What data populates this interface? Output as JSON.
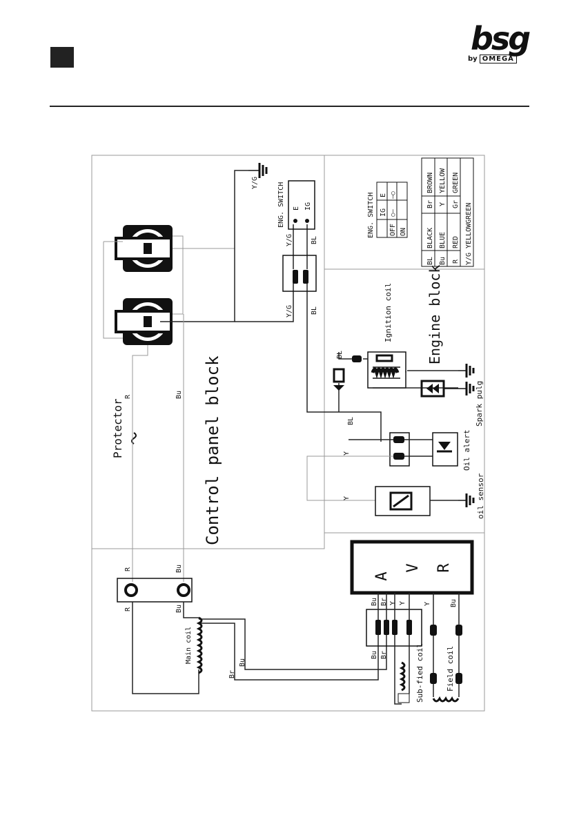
{
  "brand": {
    "logo": "bsg",
    "sub_by": "by",
    "sub_omega": "OMEGA"
  },
  "blocks": {
    "control_panel": "Control panel block",
    "engine": "Engine block"
  },
  "components": {
    "protector": "Protector",
    "eng_switch": "ENG. SWITCH",
    "ignition_coil": "Ignition coil",
    "spark_plug": "Spark pulg",
    "oil_alert": "Oil alert",
    "oil_sensor": "oil sensor",
    "main_coil": "Main coil",
    "sub_field_coil": "Sub-fied coil",
    "field_coil": "Field coil",
    "avr": [
      "A",
      "V",
      "R"
    ]
  },
  "switch_terminals": {
    "e": "E",
    "ig": "IG"
  },
  "switch_table": {
    "title": "ENG. SWITCH",
    "headers": [
      "",
      "IG",
      "E"
    ],
    "rows": [
      [
        "OFF",
        "○—",
        "—○"
      ],
      [
        "ON",
        "",
        ""
      ]
    ]
  },
  "color_legend": [
    [
      "BL",
      "BLACK",
      "Br",
      "BROWN"
    ],
    [
      "Bu",
      "BLUE",
      "Y",
      "YELLOW"
    ],
    [
      "R",
      "RED",
      "Gr",
      "GREEN"
    ],
    [
      "Y/G",
      "YELLOWGREEN",
      "",
      ""
    ]
  ],
  "wire_labels": {
    "yg": "Y/G",
    "bl": "BL",
    "r": "R",
    "bu": "Bu",
    "br": "Br",
    "y": "Y"
  },
  "colors": {
    "ink": "#111111",
    "frame": "#999999",
    "wire": "#222222"
  }
}
